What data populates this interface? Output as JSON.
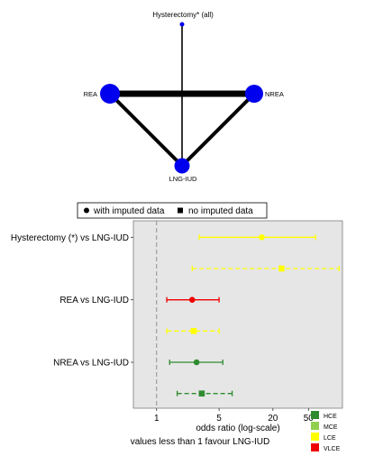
{
  "network": {
    "nodes": [
      {
        "id": "hyst",
        "label": "Hysterectomy* (all)"
      },
      {
        "id": "rea",
        "label": "REA"
      },
      {
        "id": "nrea",
        "label": "NREA"
      },
      {
        "id": "lng",
        "label": "LNG-IUD"
      }
    ]
  },
  "legend_top": {
    "imputed": "with imputed data",
    "no_imputed": "no imputed data"
  },
  "legend_quality": {
    "items": [
      {
        "label": "HCE",
        "color": "#2e8b2e"
      },
      {
        "label": "MCE",
        "color": "#8fd14f"
      },
      {
        "label": "LCE",
        "color": "#ffff00"
      },
      {
        "label": "VLCE",
        "color": "#ee0000"
      }
    ]
  },
  "chart_data": {
    "type": "scatter",
    "xlabel": "odds ratio (log-scale)",
    "subtitle": "values less than 1 favour LNG-IUD",
    "x_scale": "log",
    "xticks": [
      1,
      5,
      20,
      50
    ],
    "xlim": [
      0.55,
      120
    ],
    "reference_line": 1,
    "comparison_labels": [
      "Hysterectomy (*) vs LNG-IUD",
      "REA vs LNG-IUD",
      "NREA vs LNG-IUD"
    ],
    "series": [
      {
        "comparison": "Hysterectomy (*) vs LNG-IUD",
        "imputed": true,
        "estimate": 15,
        "lower": 3,
        "upper": 60,
        "quality": "LCE"
      },
      {
        "comparison": "Hysterectomy (*) vs LNG-IUD",
        "imputed": false,
        "estimate": 25,
        "lower": 2.5,
        "upper": 110,
        "quality": "LCE"
      },
      {
        "comparison": "REA vs LNG-IUD",
        "imputed": true,
        "estimate": 2.5,
        "lower": 1.3,
        "upper": 5.0,
        "quality": "VLCE"
      },
      {
        "comparison": "REA vs LNG-IUD",
        "imputed": false,
        "estimate": 2.6,
        "lower": 1.3,
        "upper": 5.0,
        "quality": "LCE"
      },
      {
        "comparison": "NREA vs LNG-IUD",
        "imputed": true,
        "estimate": 2.8,
        "lower": 1.4,
        "upper": 5.5,
        "quality": "HCE"
      },
      {
        "comparison": "NREA vs LNG-IUD",
        "imputed": false,
        "estimate": 3.2,
        "lower": 1.7,
        "upper": 7.0,
        "quality": "HCE"
      }
    ],
    "grid": false
  }
}
